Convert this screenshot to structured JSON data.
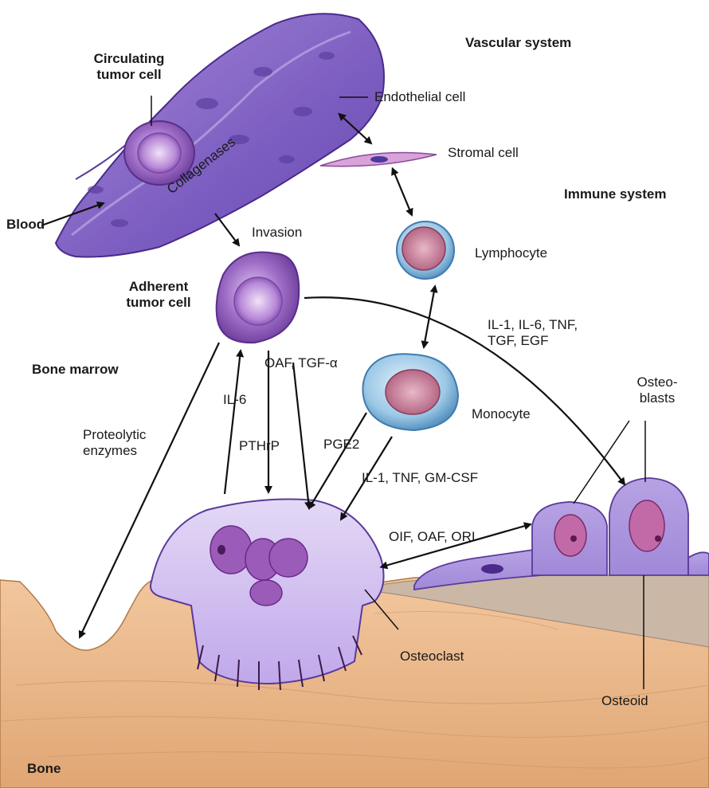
{
  "regions": {
    "vascular_system": "Vascular system",
    "immune_system": "Immune system",
    "bone_marrow": "Bone marrow",
    "bone": "Bone",
    "blood": "Blood"
  },
  "cells": {
    "circulating_tumor_cell_line1": "Circulating",
    "circulating_tumor_cell_line2": "tumor cell",
    "adherent_tumor_cell_line1": "Adherent",
    "adherent_tumor_cell_line2": "tumor cell",
    "endothelial_cell": "Endothelial cell",
    "stromal_cell": "Stromal cell",
    "lymphocyte": "Lymphocyte",
    "monocyte": "Monocyte",
    "osteoblasts_line1": "Osteo-",
    "osteoblasts_line2": "blasts",
    "osteoclast": "Osteoclast",
    "osteoid": "Osteoid"
  },
  "factors": {
    "collagenases": "Collagenases",
    "invasion": "Invasion",
    "il1_il6_tnf": "IL-1, IL-6, TNF,",
    "tgf_egf": "TGF, EGF",
    "oaf_tgf_alpha": "OAF, TGF-α",
    "il6": "IL-6",
    "pthrp": "PTHrP",
    "pge2": "PGE2",
    "il1_tnf_gmcsf": "IL-1, TNF, GM-CSF",
    "proteolytic_line1": "Proteolytic",
    "proteolytic_line2": "enzymes",
    "oif_oaf_ori": "OIF, OAF, ORI"
  }
}
